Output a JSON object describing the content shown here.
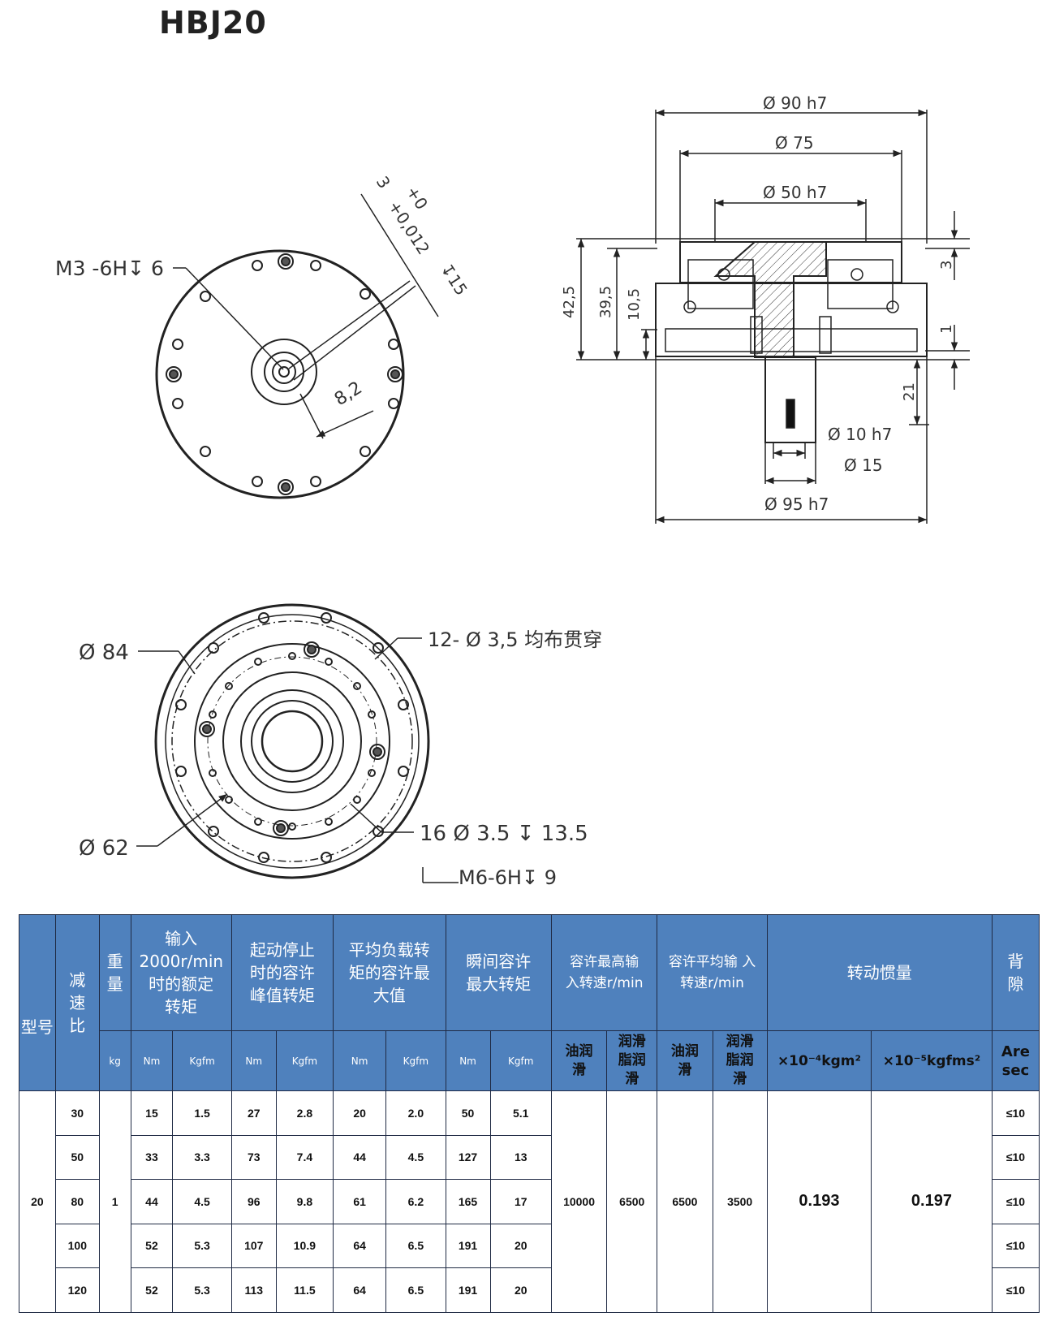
{
  "title": "HBJ20",
  "drawing": {
    "front": {
      "thread": "M3  -6H↧ 6",
      "key_depth": "3",
      "key_tol_upper": "+0",
      "key_tol_lower": "+0,012",
      "key_len": "↧15",
      "dim_82": "8,2"
    },
    "section": {
      "d90": "Ø 90 h7",
      "d75": "Ø 75",
      "d50": "Ø 50 h7",
      "h425": "42,5",
      "h395": "39,5",
      "h105": "10,5",
      "h3": "3",
      "h1": "1",
      "h21": "21",
      "d10": "Ø 10 h7",
      "d15": "Ø 15",
      "d95": "Ø 95 h7"
    },
    "rear": {
      "d84": "Ø 84",
      "d62": "Ø 62",
      "holes12": "12-  Ø 3,5  均布贯穿",
      "holes16": "16  Ø 3.5  ↧ 13.5",
      "thread": "M6-6H↧ 9"
    }
  },
  "table": {
    "headers": {
      "model": "型号",
      "ratio": "减速比",
      "weight": "重量",
      "rated_torque": "输入 2000r/min 时的额定 转矩",
      "peak_torque": "起动停止 时的容许 峰值转矩",
      "avg_torque": "平均负载转 矩的容许最 大值",
      "momentary_torque": "瞬间容许 最大转矩",
      "max_speed": "容许最高输 入转速r/min",
      "avg_speed": "容许平均输 入转速r/min",
      "inertia": "转动惯量",
      "backlash": "背 隙"
    },
    "units": {
      "kg": "kg",
      "nm": "Nm",
      "kgfm": "Kgfm",
      "oil": "油润 滑",
      "grease": "润滑 脂润 滑",
      "inertia_si": "×10⁻⁴kgm²",
      "inertia_kgf": "×10⁻⁵kgfms²",
      "arcsec": "Are sec"
    },
    "model": "20",
    "weight": "1",
    "max_speed_oil": "10000",
    "max_speed_grease": "6500",
    "avg_speed_oil": "6500",
    "avg_speed_grease": "3500",
    "inertia_si": "0.193",
    "inertia_kgf": "0.197",
    "rows": [
      {
        "ratio": "30",
        "rated_nm": "15",
        "rated_kgfm": "1.5",
        "peak_nm": "27",
        "peak_kgfm": "2.8",
        "avg_nm": "20",
        "avg_kgfm": "2.0",
        "mom_nm": "50",
        "mom_kgfm": "5.1",
        "backlash": "≤10"
      },
      {
        "ratio": "50",
        "rated_nm": "33",
        "rated_kgfm": "3.3",
        "peak_nm": "73",
        "peak_kgfm": "7.4",
        "avg_nm": "44",
        "avg_kgfm": "4.5",
        "mom_nm": "127",
        "mom_kgfm": "13",
        "backlash": "≤10"
      },
      {
        "ratio": "80",
        "rated_nm": "44",
        "rated_kgfm": "4.5",
        "peak_nm": "96",
        "peak_kgfm": "9.8",
        "avg_nm": "61",
        "avg_kgfm": "6.2",
        "mom_nm": "165",
        "mom_kgfm": "17",
        "backlash": "≤10"
      },
      {
        "ratio": "100",
        "rated_nm": "52",
        "rated_kgfm": "5.3",
        "peak_nm": "107",
        "peak_kgfm": "10.9",
        "avg_nm": "64",
        "avg_kgfm": "6.5",
        "mom_nm": "191",
        "mom_kgfm": "20",
        "backlash": "≤10"
      },
      {
        "ratio": "120",
        "rated_nm": "52",
        "rated_kgfm": "5.3",
        "peak_nm": "113",
        "peak_kgfm": "11.5",
        "avg_nm": "64",
        "avg_kgfm": "6.5",
        "mom_nm": "191",
        "mom_kgfm": "20",
        "backlash": "≤10"
      }
    ]
  }
}
